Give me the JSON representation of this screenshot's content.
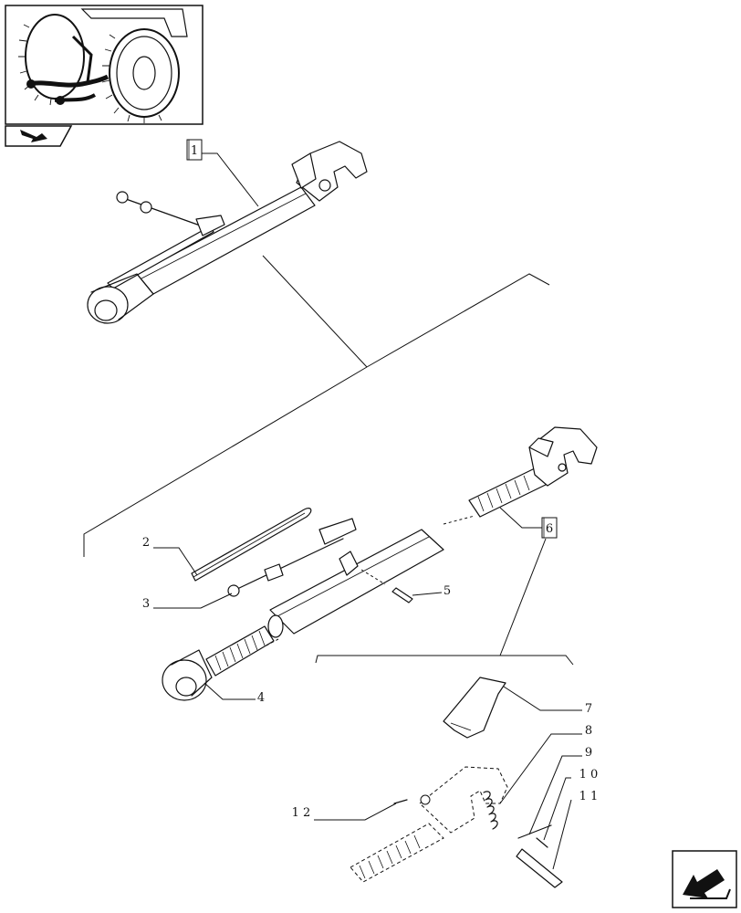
{
  "callouts": [
    {
      "id": "1",
      "label": "1",
      "boxed": true
    },
    {
      "id": "2",
      "label": "2",
      "boxed": false
    },
    {
      "id": "3",
      "label": "3",
      "boxed": false
    },
    {
      "id": "4",
      "label": "4",
      "boxed": false
    },
    {
      "id": "5",
      "label": "5",
      "boxed": false
    },
    {
      "id": "6",
      "label": "6",
      "boxed": true
    },
    {
      "id": "7",
      "label": "7",
      "boxed": false
    },
    {
      "id": "8",
      "label": "8",
      "boxed": false
    },
    {
      "id": "9",
      "label": "9",
      "boxed": false
    },
    {
      "id": "10",
      "label": "1 0",
      "boxed": false
    },
    {
      "id": "11",
      "label": "1 1",
      "boxed": false
    },
    {
      "id": "12",
      "label": "1 2",
      "boxed": false
    }
  ],
  "icons": {
    "thumbnail": "tractor-rear-wheel-thumbnail",
    "section_tab": "section-tab-icon",
    "next_page": "next-page-arrow-icon"
  }
}
